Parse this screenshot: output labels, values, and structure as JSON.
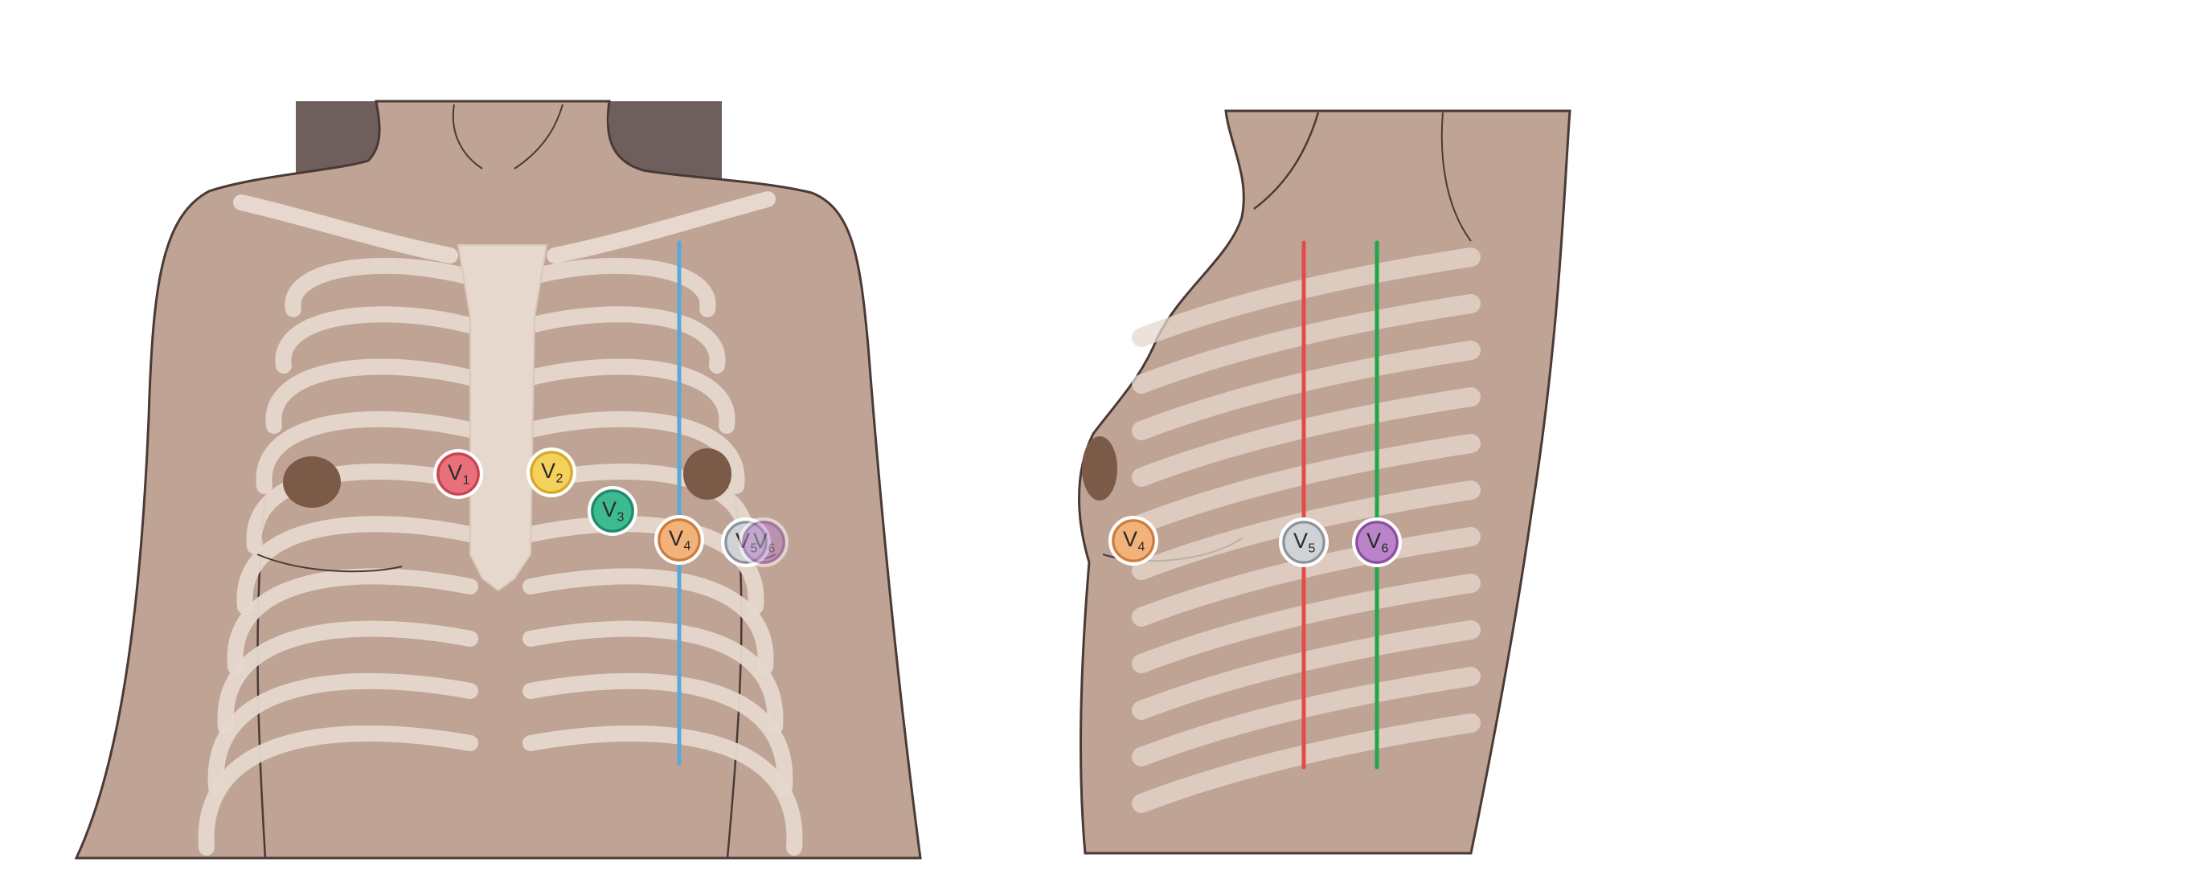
{
  "colors": {
    "skin": "#bfa394",
    "skin_outline": "#4a3a36",
    "bone": "#e6d8cc",
    "bone_stroke": "#d9c8ba",
    "areola": "#7b5a48",
    "hair": "#6e5f5c",
    "midclavicular_line": "#5aa7da",
    "anterior_axillary_line": "#e34b4b",
    "mid_axillary_line": "#1fa84a"
  },
  "front_view": {
    "leads": [
      {
        "letter": "V",
        "number": "1",
        "color": "#e8707a",
        "border": "#c74452"
      },
      {
        "letter": "V",
        "number": "2",
        "color": "#f3d15b",
        "border": "#d2a92c"
      },
      {
        "letter": "V",
        "number": "3",
        "color": "#3dba8f",
        "border": "#23886a"
      },
      {
        "letter": "V",
        "number": "4",
        "color": "#f2b27a",
        "border": "#c97c3f"
      },
      {
        "letter": "V",
        "number": "5",
        "color": "#cfd3d6",
        "border": "#8b9196"
      },
      {
        "letter": "V",
        "number": "6",
        "color": "#b984c8",
        "border": "#8a4ea0"
      }
    ]
  },
  "side_view": {
    "leads": [
      {
        "letter": "V",
        "number": "4",
        "color": "#f2b27a",
        "border": "#c97c3f"
      },
      {
        "letter": "V",
        "number": "5",
        "color": "#cfd3d6",
        "border": "#8b9196"
      },
      {
        "letter": "V",
        "number": "6",
        "color": "#b984c8",
        "border": "#8a4ea0"
      }
    ]
  }
}
